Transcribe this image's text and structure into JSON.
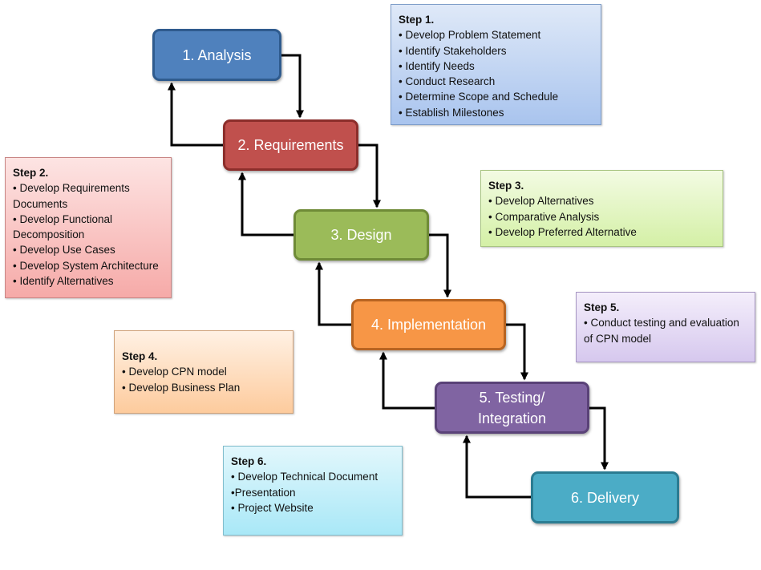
{
  "phases": [
    {
      "label": "1. Analysis"
    },
    {
      "label": "2. Requirements"
    },
    {
      "label": "3. Design"
    },
    {
      "label": "4. Implementation"
    },
    {
      "label": "5. Testing/\nIntegration"
    },
    {
      "label": "6. Delivery"
    }
  ],
  "notes": [
    {
      "title": "Step 1.",
      "items": [
        "• Develop Problem Statement",
        "• Identify Stakeholders",
        "• Identify Needs",
        "• Conduct Research",
        "• Determine Scope and Schedule",
        "• Establish Milestones"
      ]
    },
    {
      "title": "Step 2.",
      "items": [
        "• Develop Requirements Documents",
        "• Develop Functional Decomposition",
        "• Develop Use Cases",
        "• Develop System Architecture",
        "• Identify Alternatives"
      ]
    },
    {
      "title": "Step 3.",
      "items": [
        "• Develop Alternatives",
        "• Comparative Analysis",
        "• Develop Preferred Alternative"
      ]
    },
    {
      "title": "Step 4.",
      "items": [
        "• Develop CPN model",
        "• Develop Business Plan"
      ]
    },
    {
      "title": "Step 5.",
      "items": [
        "• Conduct testing and evaluation of CPN model"
      ]
    },
    {
      "title": "Step 6.",
      "items": [
        "• Develop Technical Document",
        "•Presentation",
        "• Project Website"
      ]
    }
  ],
  "colors": {
    "analysis": "#4f81bd",
    "requirements": "#c0504d",
    "design": "#9bbb59",
    "implementation": "#f79646",
    "testing": "#8064a2",
    "delivery": "#4bacc6",
    "arrow": "#000000"
  }
}
